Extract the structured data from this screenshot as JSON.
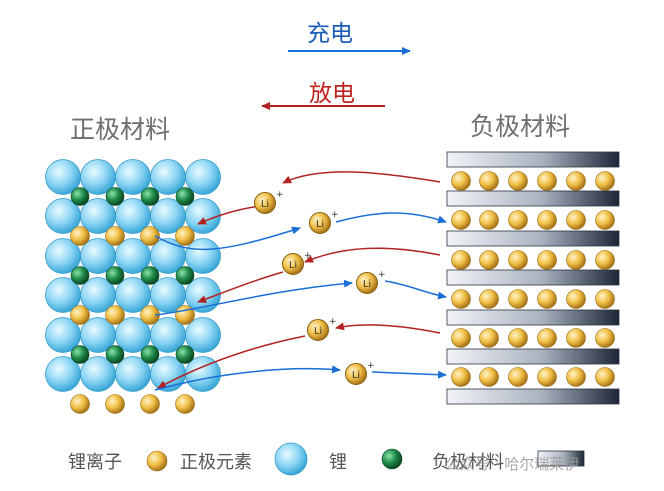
{
  "diagram": {
    "charge_label": "充电",
    "discharge_label": "放电",
    "cathode_label": "正极材料",
    "anode_label": "负极材料",
    "ion_symbol": "Li",
    "ion_charge": "+",
    "legend": {
      "lithium_ion": "锂离子",
      "cathode_element": "正极元素",
      "lithium": "锂",
      "anode_material": "负极材料"
    },
    "watermark": "公众号 · 哈尔瑞莱伊",
    "colors": {
      "charge_arrow": "#1a6fd6",
      "discharge_arrow": "#b22222",
      "cathode_sphere": "#8fd6f5",
      "lithium_sphere": "#1f8a4a",
      "ion": "#e8b43a"
    }
  }
}
